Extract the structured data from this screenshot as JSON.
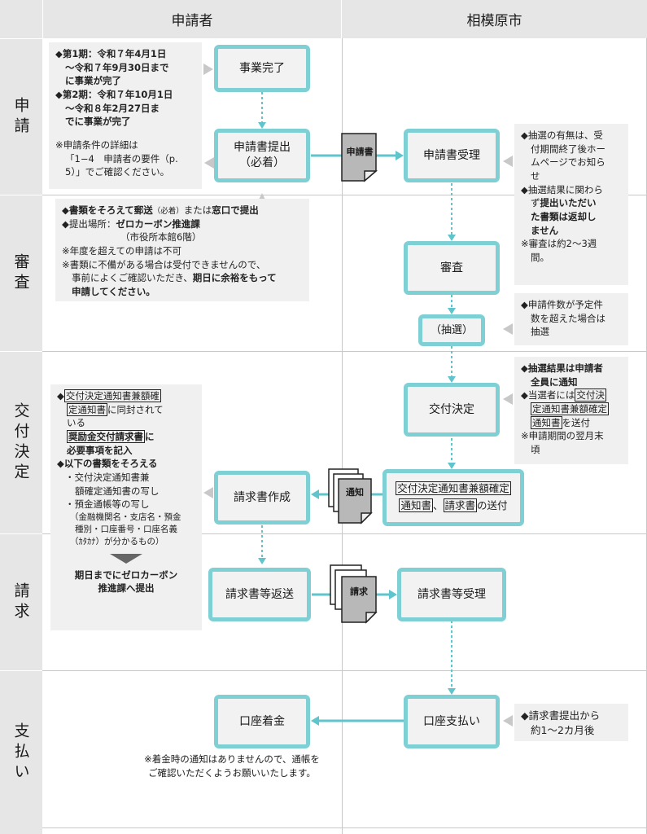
{
  "header": {
    "applicant": "申請者",
    "city": "相模原市"
  },
  "lanes": [
    "申請",
    "審査",
    "交付決定",
    "請求",
    "支払い"
  ],
  "boxes": {
    "jigyo_kanryo": "事業完了",
    "shinseisho_teishutsu": "申請書提出\n（必着）",
    "shinseisho_juri": "申請書受理",
    "shinsa": "審査",
    "chusen": "（抽選）",
    "kofu_kettei": "交付決定",
    "kofu_send_line1": "交付決定通知書兼額確定",
    "kofu_send_line2a": "通知書",
    "kofu_send_line2b": "、",
    "kofu_send_line2c": "請求書",
    "kofu_send_line2d": "の送付",
    "seikyusho_sakusei": "請求書作成",
    "seikyusho_henso": "請求書等返送",
    "seikyusho_juri": "請求書等受理",
    "koza_chakukin": "口座着金",
    "koza_shiharai": "口座支払い"
  },
  "docs": {
    "shinseisho": "申請書",
    "tsuchi": "通知",
    "seikyu": "請求"
  },
  "notes": {
    "period": {
      "l1": "◆第1期：令和７年4月1日",
      "l2": "〜令和７年9月30日まで",
      "l3": "に事業が完了",
      "l4": "◆第2期：令和７年10月1日",
      "l5": "〜令和８年2月27日ま",
      "l6": "でに事業が完了",
      "l7": "※申請条件の詳細は",
      "l8": "「1−4　申請者の要件（p.",
      "l9": "5）」でご確認ください。"
    },
    "mail": {
      "l1a": "◆書類をそろえて郵送",
      "l1b": "（必着）",
      "l1c": "または",
      "l1d": "窓口で提出",
      "l2a": "◆提出場所：",
      "l2b": "ゼロカーボン推進課",
      "l3": "（市役所本館6階）",
      "l4": "※年度を超えての申請は不可",
      "l5": "※書類に不備がある場合は受付できませんので、",
      "l6a": "事前によくご確認いただき、",
      "l6b": "期日に余裕をもって",
      "l7": "申請してください。"
    },
    "lottery_info": {
      "l1": "◆抽選の有無は、受",
      "l2": "付期間終了後ホー",
      "l3": "ムページでお知ら",
      "l4": "せ",
      "l5": "◆抽選結果に関わら",
      "l6a": "ず",
      "l6b": "提出いただい",
      "l7": "た書類は返却し",
      "l8": "ません",
      "l9": "※審査は約2〜3週",
      "l10": "間。"
    },
    "lottery_cond": {
      "l1": "◆申請件数が予定件",
      "l2": "数を超えた場合は",
      "l3": "抽選"
    },
    "kofu_info": {
      "l1": "◆抽選結果は申請者",
      "l2": "全員に通知",
      "l3a": "◆当選者には",
      "l3b": "交付決",
      "l4": "定通知書兼額確定",
      "l5a": "通知書",
      "l5b": "を送付",
      "l6": "※申請期間の翌月末",
      "l7": "頃"
    },
    "seikyu_prep": {
      "l1a": "◆",
      "l1b": "交付決定通知書兼額確",
      "l2a": "定通知書",
      "l2b": "に同封されて",
      "l3": "いる",
      "l4a": "奨励金交付請求書",
      "l4b": "に",
      "l5": "必要事項を記入",
      "l6": "◆以下の書類をそろえる",
      "l7": "・交付決定通知書兼",
      "l8": "額確定通知書の写し",
      "l9": "・預金通帳等の写し",
      "l10": "（金融機関名・支店名・預金",
      "l11": "種別・口座番号・口座名義",
      "l12": "（ｶﾀｶﾅ）が分かるもの）",
      "l13": "期日までにゼロカーボン",
      "l14": "推進課へ提出"
    },
    "payment": {
      "l1": "◆請求書提出から",
      "l2": "約1〜2カ月後"
    },
    "arrival": {
      "l1": "※着金時の通知はありませんので、通帳を",
      "l2": "ご確認いただくようお願いいたします。"
    }
  },
  "colors": {
    "box_border": "#7ed0d4",
    "arrow": "#5fc4cc",
    "lane_bg": "#e6e6e6",
    "note_bg": "#f0f0f0"
  }
}
